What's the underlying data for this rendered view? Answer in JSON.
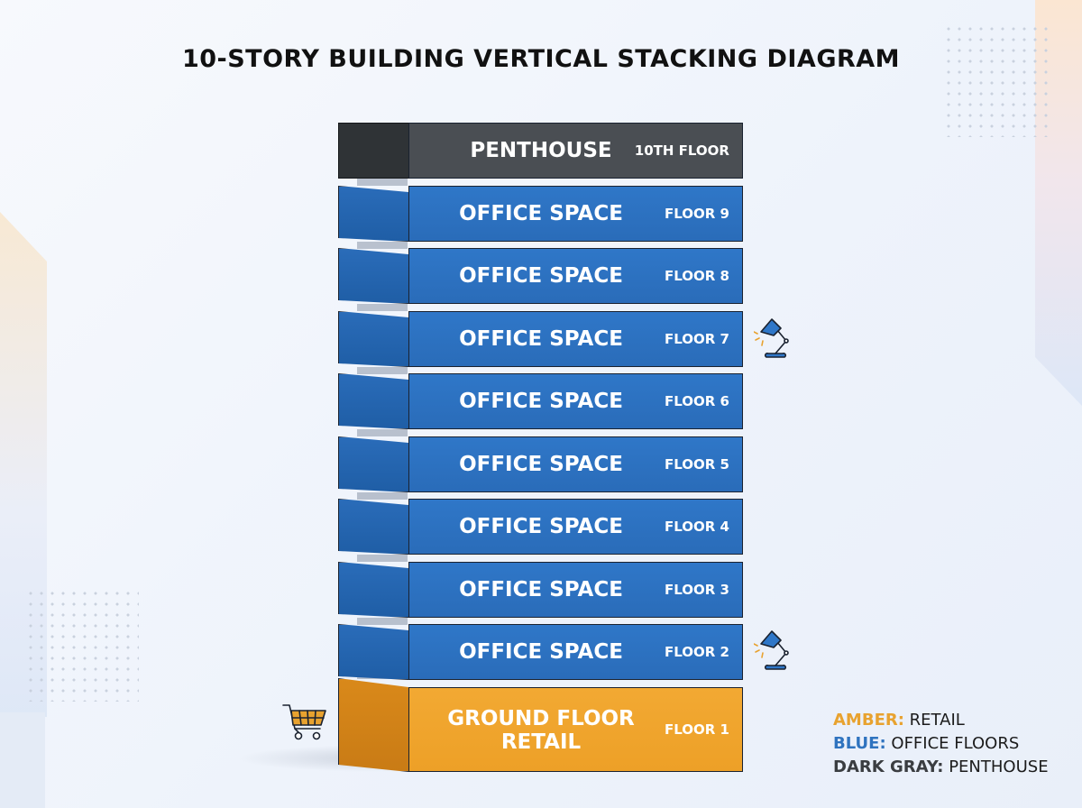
{
  "title": "10-STORY BUILDING VERTICAL STACKING DIAGRAM",
  "floors": [
    {
      "name": "PENTHOUSE",
      "tag": "10TH FLOOR",
      "type": "penthouse"
    },
    {
      "name": "OFFICE SPACE",
      "tag": "FLOOR 9",
      "type": "office"
    },
    {
      "name": "OFFICE SPACE",
      "tag": "FLOOR 8",
      "type": "office"
    },
    {
      "name": "OFFICE SPACE",
      "tag": "FLOOR 7",
      "type": "office"
    },
    {
      "name": "OFFICE SPACE",
      "tag": "FLOOR 6",
      "type": "office"
    },
    {
      "name": "OFFICE SPACE",
      "tag": "FLOOR 5",
      "type": "office"
    },
    {
      "name": "OFFICE SPACE",
      "tag": "FLOOR 4",
      "type": "office"
    },
    {
      "name": "OFFICE SPACE",
      "tag": "FLOOR 3",
      "type": "office"
    },
    {
      "name": "OFFICE SPACE",
      "tag": "FLOOR 2",
      "type": "office"
    },
    {
      "name": "GROUND FLOOR RETAIL",
      "name_line1": "GROUND FLOOR",
      "name_line2": "RETAIL",
      "tag": "FLOOR 1",
      "type": "retail"
    }
  ],
  "legend": [
    {
      "key": "AMBER:",
      "value": "RETAIL",
      "color": "#e8a22f"
    },
    {
      "key": "BLUE:",
      "value": "OFFICE FLOORS",
      "color": "#2f73bf"
    },
    {
      "key": "DARK GRAY:",
      "value": "PENTHOUSE",
      "color": "#3a3d41"
    }
  ],
  "icons": [
    "desk-lamp-icon",
    "desk-lamp-icon",
    "shopping-cart-icon"
  ],
  "colors": {
    "office": "#2f77c8",
    "penthouse": "#4a4e53",
    "retail": "#f2a933"
  }
}
